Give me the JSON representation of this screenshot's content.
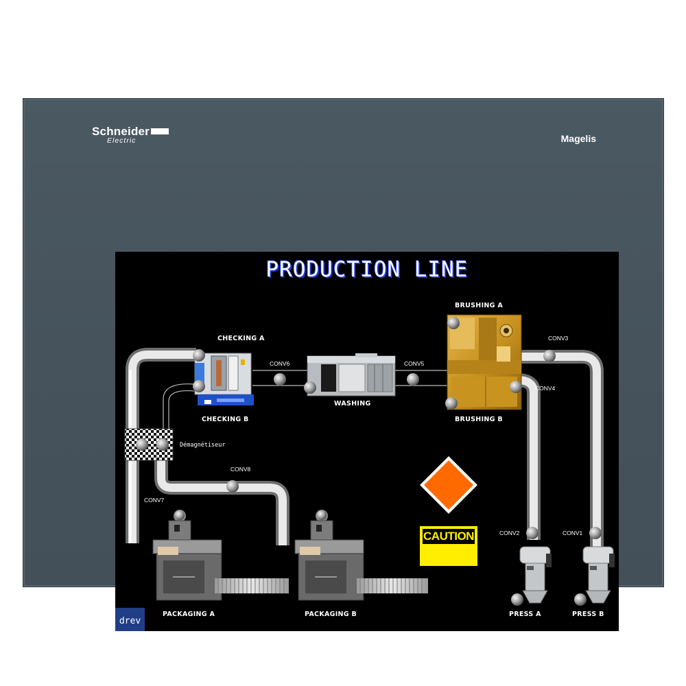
{
  "device": {
    "brand_name": "Schneider",
    "brand_sub": "Electric",
    "model": "Magelis"
  },
  "screen": {
    "title": "PRODUCTION LINE",
    "stations": {
      "checking_a": "CHECKING A",
      "checking_b": "CHECKING B",
      "washing": "WASHING",
      "brushing_a": "BRUSHING A",
      "brushing_b": "BRUSHING B",
      "demagnetiseur": "Démagnétiseur",
      "packaging_a": "PACKAGING A",
      "packaging_b": "PACKAGING B",
      "press_a": "PRESS A",
      "press_b": "PRESS B"
    },
    "conveyors": {
      "conv1": "CONV1",
      "conv2": "CONV2",
      "conv3": "CONV3",
      "conv4": "CONV4",
      "conv5": "CONV5",
      "conv6": "CONV6",
      "conv7": "CONV7",
      "conv8": "CONV8"
    },
    "caution_sign": "CAUTION",
    "corner_logo": "drev",
    "colors": {
      "title_shadow": "#1d35c9",
      "warning_orange": "#ff6a00",
      "caution_yellow": "#ffee00",
      "brushing_gold": "#c8921e",
      "checking_blue": "#1e50c8"
    }
  }
}
